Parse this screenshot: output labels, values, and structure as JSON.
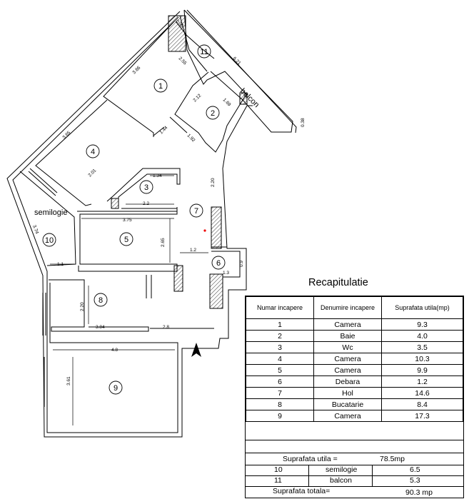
{
  "plan": {
    "room_numbers": [
      "1",
      "2",
      "3",
      "4",
      "5",
      "6",
      "7",
      "8",
      "9",
      "10",
      "11"
    ],
    "labels": {
      "semilogie": "semilogie",
      "balcon": "balcon"
    },
    "dimensions": [
      "0.95",
      "2.55",
      "6.21",
      "3.66",
      "2.12",
      "1.69",
      "0.38",
      "1.44",
      "1.92",
      "3.65",
      "2.01",
      "1.34",
      "2.20",
      "2.2",
      "3.75",
      "3.74",
      "2.65",
      "1.2",
      "1.1",
      "1.3",
      "0.9",
      "2.20",
      "3.84",
      "2.8",
      "4.8",
      "3.61"
    ]
  },
  "recap": {
    "title": "Recapitulatie",
    "headers": [
      "Numar incapere",
      "Denumire incapere",
      "Suprafata utila(mp)"
    ],
    "rows": [
      [
        "1",
        "Camera",
        "9.3"
      ],
      [
        "2",
        "Baie",
        "4.0"
      ],
      [
        "3",
        "Wc",
        "3.5"
      ],
      [
        "4",
        "Camera",
        "10.3"
      ],
      [
        "5",
        "Camera",
        "9.9"
      ],
      [
        "6",
        "Debara",
        "1.2"
      ],
      [
        "7",
        "Hol",
        "14.6"
      ],
      [
        "8",
        "Bucatarie",
        "8.4"
      ],
      [
        "9",
        "Camera",
        "17.3"
      ]
    ],
    "suprafata_utila_label": "Suprafata utila =",
    "suprafata_utila_value": "78.5mp",
    "extra_rows": [
      [
        "10",
        "semilogie",
        "6.5"
      ],
      [
        "11",
        "balcon",
        "5.3"
      ]
    ],
    "suprafata_totala_label": "Suprafata totala=",
    "suprafata_totala_value": "90.3 mp"
  }
}
